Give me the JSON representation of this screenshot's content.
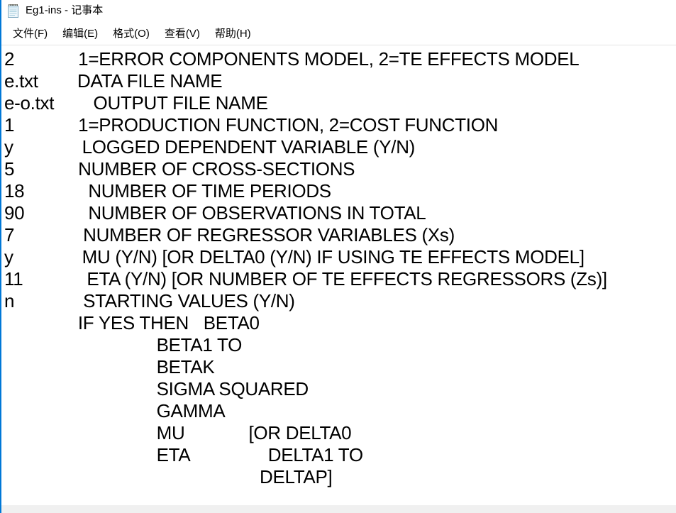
{
  "window": {
    "title": "Eg1-ins - 记事本"
  },
  "menu": {
    "items": [
      {
        "label": "文件(F)"
      },
      {
        "label": "编辑(E)"
      },
      {
        "label": "格式(O)"
      },
      {
        "label": "查看(V)"
      },
      {
        "label": "帮助(H)"
      }
    ]
  },
  "editor": {
    "lines": [
      "2             1=ERROR COMPONENTS MODEL, 2=TE EFFECTS MODEL",
      "e.txt        DATA FILE NAME",
      "e-o.txt        OUTPUT FILE NAME",
      "1             1=PRODUCTION FUNCTION, 2=COST FUNCTION",
      "y              LOGGED DEPENDENT VARIABLE (Y/N)",
      "5             NUMBER OF CROSS-SECTIONS",
      "18             NUMBER OF TIME PERIODS",
      "90             NUMBER OF OBSERVATIONS IN TOTAL",
      "7              NUMBER OF REGRESSOR VARIABLES (Xs)",
      "y              MU (Y/N) [OR DELTA0 (Y/N) IF USING TE EFFECTS MODEL]",
      "11             ETA (Y/N) [OR NUMBER OF TE EFFECTS REGRESSORS (Zs)]",
      "n              STARTING VALUES (Y/N)",
      "               IF YES THEN   BETA0",
      "                               BETA1 TO",
      "                               BETAK",
      "                               SIGMA SQUARED",
      "                               GAMMA",
      "                               MU             [OR DELTA0",
      "                               ETA                DELTA1 TO",
      "                                                    DELTAP]"
    ]
  },
  "icons": {
    "app_icon": "notepad-icon"
  },
  "colors": {
    "accent_border": "#0078d7",
    "menu_separator": "#e3e3e3",
    "scrollbar_track": "#f0f0f0",
    "text": "#000000",
    "background": "#ffffff"
  }
}
